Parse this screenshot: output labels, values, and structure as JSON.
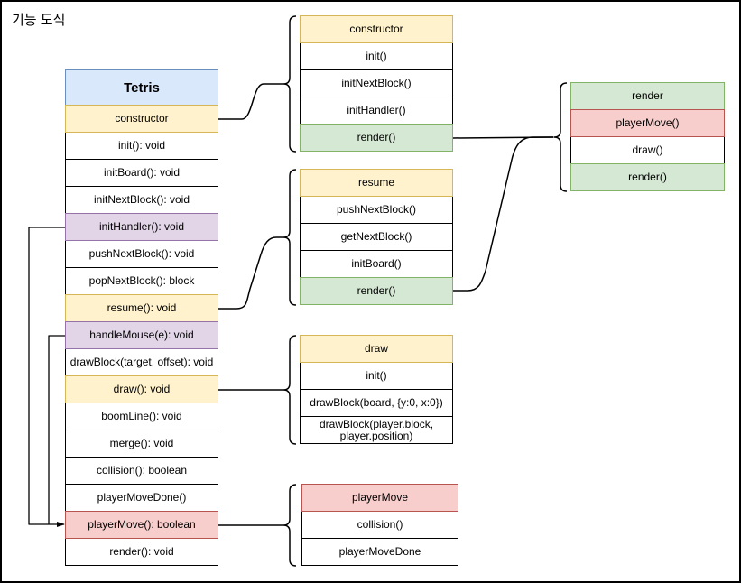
{
  "page": {
    "title": "기능 도식"
  },
  "palette": {
    "blue-fill": "#dae8fc",
    "blue-border": "#6c8ebf",
    "yellow-fill": "#fff2cc",
    "yellow-border": "#d6b656",
    "purple-fill": "#e1d5e7",
    "purple-border": "#9673a6",
    "pink-fill": "#f8cecc",
    "pink-border": "#b85450",
    "green-fill": "#d5e8d4",
    "green-border": "#82b366",
    "line": "#000000"
  },
  "tetris": {
    "title": "Tetris",
    "rows": [
      "constructor",
      "init(): void",
      "initBoard(): void",
      "initNextBlock(): void",
      "initHandler(): void",
      "pushNextBlock(): void",
      "popNextBlock(): block",
      "resume(): void",
      "handleMouse(e): void",
      "drawBlock(target, offset): void",
      "draw(): void",
      "boomLine(): void",
      "merge(): void",
      "collision(): boolean",
      "playerMoveDone()",
      "playerMove(): boolean",
      "render(): void"
    ]
  },
  "constructor_box": {
    "title": "constructor",
    "rows": [
      "init()",
      "initNextBlock()",
      "initHandler()",
      "render()"
    ]
  },
  "resume_box": {
    "title": "resume",
    "rows": [
      "pushNextBlock()",
      "getNextBlock()",
      "initBoard()",
      "render()"
    ]
  },
  "draw_box": {
    "title": "draw",
    "rows": [
      "init()",
      "drawBlock(board, {y:0, x:0})",
      "drawBlock(player.block, player.position)"
    ]
  },
  "player_move_box": {
    "title": "playerMove",
    "rows": [
      "collision()",
      "playerMoveDone"
    ]
  },
  "render_box": {
    "title": "render",
    "rows": [
      "playerMove()",
      "draw()",
      "render()"
    ]
  }
}
